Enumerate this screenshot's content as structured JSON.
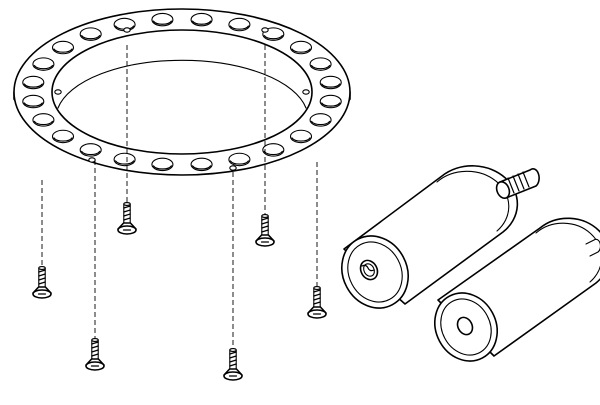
{
  "drawing": {
    "kind": "exploded-assembly-line-drawing",
    "line_color": "#000000",
    "background": "#ffffff",
    "parts": [
      {
        "name": "flange-ring",
        "count": 1,
        "hole_count": 24
      },
      {
        "name": "countersunk-screw",
        "count": 6
      },
      {
        "name": "threaded-spacer-cylinder",
        "count": 2
      },
      {
        "name": "set-screw",
        "count": 1
      }
    ],
    "assembly_guides": "dashed-lines"
  }
}
